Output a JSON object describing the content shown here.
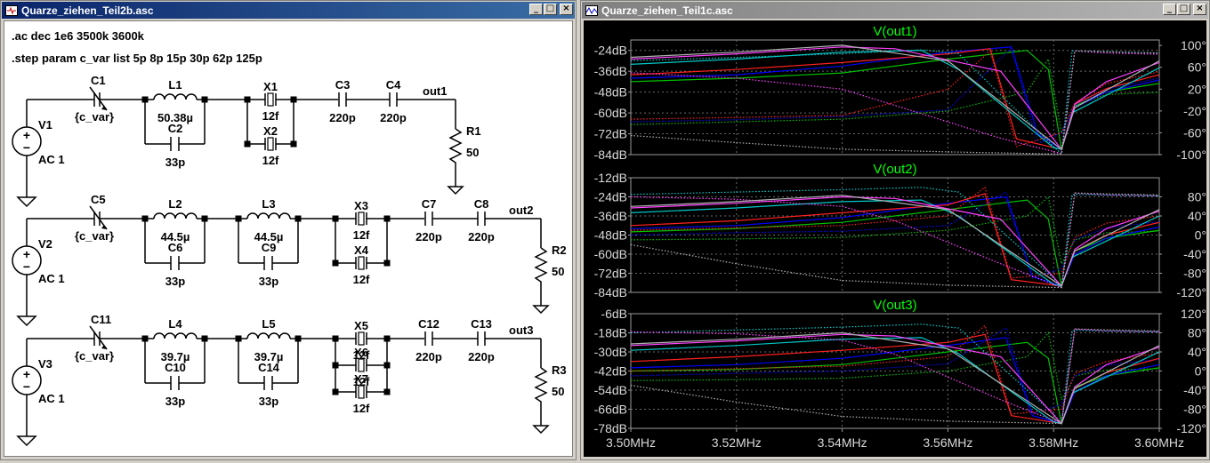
{
  "left_window": {
    "title": "Quarze_ziehen_Teil2b.asc",
    "buttons": {
      "minimize": "_",
      "maximize": "□",
      "close": "×"
    },
    "directives": {
      "ac": ".ac dec 1e6 3500k 3600k",
      "step": ".step param c_var list 5p 8p 15p  30p 62p 125p"
    },
    "rows": [
      {
        "source": {
          "name": "V1",
          "value": "AC 1"
        },
        "cvar": {
          "name": "C1",
          "value": "{c_var}"
        },
        "tanks": [
          {
            "L": "L1",
            "Lval": "50.38µ",
            "C": "C2",
            "Cval": "33p"
          }
        ],
        "crystals": [
          {
            "name": "X1",
            "value": "12f"
          },
          {
            "name": "X2",
            "value": "12f"
          }
        ],
        "caps": [
          {
            "name": "C3",
            "value": "220p"
          },
          {
            "name": "C4",
            "value": "220p"
          }
        ],
        "out": "out1",
        "load": {
          "name": "R1",
          "value": "50"
        }
      },
      {
        "source": {
          "name": "V2",
          "value": "AC 1"
        },
        "cvar": {
          "name": "C5",
          "value": "{c_var}"
        },
        "tanks": [
          {
            "L": "L2",
            "Lval": "44.5µ",
            "C": "C6",
            "Cval": "33p"
          },
          {
            "L": "L3",
            "Lval": "44.5µ",
            "C": "C9",
            "Cval": "33p"
          }
        ],
        "crystals": [
          {
            "name": "X3",
            "value": "12f"
          },
          {
            "name": "X4",
            "value": "12f"
          }
        ],
        "caps": [
          {
            "name": "C7",
            "value": "220p"
          },
          {
            "name": "C8",
            "value": "220p"
          }
        ],
        "out": "out2",
        "load": {
          "name": "R2",
          "value": "50"
        }
      },
      {
        "source": {
          "name": "V3",
          "value": "AC 1"
        },
        "cvar": {
          "name": "C11",
          "value": "{c_var}"
        },
        "tanks": [
          {
            "L": "L4",
            "Lval": "39.7µ",
            "C": "C10",
            "Cval": "33p"
          },
          {
            "L": "L5",
            "Lval": "39.7µ",
            "C": "C14",
            "Cval": "33p"
          }
        ],
        "crystals": [
          {
            "name": "X5",
            "value": "12f"
          },
          {
            "name": "X6",
            "value": "12f"
          },
          {
            "name": "X7",
            "value": "12f"
          }
        ],
        "caps": [
          {
            "name": "C12",
            "value": "220p"
          },
          {
            "name": "C13",
            "value": "220p"
          }
        ],
        "out": "out3",
        "load": {
          "name": "R3",
          "value": "50"
        }
      }
    ]
  },
  "right_window": {
    "title": "Quarze_ziehen_Teil1c.asc",
    "buttons": {
      "minimize": "_",
      "maximize": "□",
      "close": "×"
    }
  },
  "colors": {
    "trace_label": "#00ff00",
    "axis_text": "#d8d8d8",
    "steps": [
      "#00c000",
      "#0000ff",
      "#ff2020",
      "#00c8c8",
      "#ff40ff",
      "#b0b0b0"
    ]
  },
  "chart_data": [
    {
      "type": "line",
      "title": "V(out1)",
      "x": {
        "min": 3.5,
        "max": 3.6,
        "unit": "MHz"
      },
      "xticks": [],
      "yleft": {
        "min": -84,
        "max": -18,
        "ticks": [
          "-24dB",
          "-36dB",
          "-48dB",
          "-60dB",
          "-72dB",
          "-84dB"
        ],
        "tick_values": [
          -24,
          -36,
          -48,
          -60,
          -72,
          -84
        ]
      },
      "yright": {
        "min": -100,
        "max": 110,
        "ticks": [
          "100°",
          "60°",
          "20°",
          "-20°",
          "-60°",
          "-100°"
        ],
        "tick_values": [
          100,
          60,
          20,
          -20,
          -60,
          -100
        ]
      },
      "grid": true,
      "series": [
        {
          "step": "5p",
          "color": "#00c000",
          "x": [
            3.5,
            3.52,
            3.54,
            3.56,
            3.575,
            3.579,
            3.5815,
            3.584,
            3.59,
            3.6
          ],
          "mag": [
            -42,
            -40,
            -37,
            -29,
            -24,
            -35,
            -81,
            -56,
            -48,
            -43
          ],
          "phase": [
            -45,
            -40,
            -35,
            -20,
            15,
            75,
            -60,
            -10,
            10,
            14
          ]
        },
        {
          "step": "8p",
          "color": "#0000ff",
          "x": [
            3.5,
            3.52,
            3.54,
            3.56,
            3.572,
            3.577,
            3.5815,
            3.584,
            3.59,
            3.6
          ],
          "mag": [
            -40,
            -38,
            -33,
            -25,
            -22,
            -72,
            -81,
            -57,
            -48,
            -41
          ],
          "phase": [
            -40,
            -36,
            -30,
            -18,
            95,
            -80,
            -60,
            -10,
            20,
            40
          ]
        },
        {
          "step": "15p",
          "color": "#ff2020",
          "x": [
            3.5,
            3.52,
            3.54,
            3.56,
            3.568,
            3.573,
            3.5815,
            3.584,
            3.59,
            3.6
          ],
          "mag": [
            -38,
            -35,
            -31,
            -26,
            -23,
            -75,
            -81,
            -55,
            -46,
            -38
          ],
          "phase": [
            -35,
            -32,
            -28,
            20,
            90,
            -85,
            -60,
            -5,
            30,
            52
          ]
        },
        {
          "step": "30p",
          "color": "#00c8c8",
          "x": [
            3.5,
            3.52,
            3.54,
            3.555,
            3.562,
            3.58,
            3.5815,
            3.5835,
            3.6
          ],
          "mag": [
            -32,
            -29,
            -25,
            -24,
            -35,
            -80,
            -81,
            -60,
            -34
          ],
          "phase": [
            72,
            78,
            85,
            92,
            85,
            -85,
            -99,
            90,
            86
          ]
        },
        {
          "step": "62p",
          "color": "#ff40ff",
          "x": [
            3.5,
            3.52,
            3.54,
            3.55,
            3.57,
            3.5815,
            3.584,
            3.59,
            3.6
          ],
          "mag": [
            -29,
            -26,
            -22,
            -23,
            -36,
            -81,
            -55,
            -42,
            -31
          ],
          "phase": [
            50,
            40,
            20,
            -10,
            -70,
            -98,
            90,
            86,
            84
          ]
        },
        {
          "step": "125p",
          "color": "#b0b0b0",
          "x": [
            3.5,
            3.52,
            3.54,
            3.56,
            3.5815,
            3.584,
            3.6
          ],
          "mag": [
            -28,
            -25,
            -21,
            -30,
            -81,
            -57,
            -30
          ],
          "phase": [
            -65,
            -78,
            -90,
            -95,
            -99,
            90,
            86
          ]
        }
      ]
    },
    {
      "type": "line",
      "title": "V(out2)",
      "x": {
        "min": 3.5,
        "max": 3.6,
        "unit": "MHz"
      },
      "xticks": [],
      "yleft": {
        "min": -84,
        "max": -12,
        "ticks": [
          "-12dB",
          "-24dB",
          "-36dB",
          "-48dB",
          "-60dB",
          "-72dB",
          "-84dB"
        ],
        "tick_values": [
          -12,
          -24,
          -36,
          -48,
          -60,
          -72,
          -84
        ]
      },
      "yright": {
        "min": -120,
        "max": 120,
        "ticks": [
          "80°",
          "40°",
          "0°",
          "-40°",
          "-80°",
          "-120°"
        ],
        "tick_values": [
          80,
          40,
          0,
          -40,
          -80,
          -120
        ]
      },
      "grid": true,
      "series": [
        {
          "step": "5p",
          "color": "#00c000",
          "x": [
            3.5,
            3.52,
            3.54,
            3.56,
            3.575,
            3.579,
            3.5815,
            3.584,
            3.59,
            3.6
          ],
          "mag": [
            -46,
            -44,
            -40,
            -32,
            -26,
            -38,
            -80,
            -58,
            -50,
            -45
          ],
          "phase": [
            -10,
            -8,
            -5,
            10,
            40,
            80,
            -60,
            -10,
            5,
            8
          ]
        },
        {
          "step": "8p",
          "color": "#0000ff",
          "x": [
            3.5,
            3.52,
            3.54,
            3.56,
            3.571,
            3.576,
            3.5815,
            3.584,
            3.59,
            3.6
          ],
          "mag": [
            -44,
            -42,
            -37,
            -28,
            -24,
            -74,
            -80,
            -60,
            -50,
            -43
          ],
          "phase": [
            0,
            5,
            8,
            20,
            90,
            -90,
            -70,
            -10,
            15,
            28
          ]
        },
        {
          "step": "15p",
          "color": "#ff2020",
          "x": [
            3.5,
            3.52,
            3.54,
            3.56,
            3.567,
            3.572,
            3.5815,
            3.584,
            3.59,
            3.6
          ],
          "mag": [
            -42,
            -39,
            -34,
            -29,
            -22,
            -76,
            -80,
            -58,
            -48,
            -40
          ],
          "phase": [
            10,
            15,
            20,
            40,
            100,
            -90,
            -80,
            -5,
            25,
            40
          ]
        },
        {
          "step": "30p",
          "color": "#00c8c8",
          "x": [
            3.5,
            3.52,
            3.54,
            3.555,
            3.562,
            3.58,
            3.5815,
            3.5835,
            3.6
          ],
          "mag": [
            -34,
            -31,
            -27,
            -26,
            -36,
            -79,
            -80,
            -62,
            -36
          ],
          "phase": [
            85,
            90,
            95,
            100,
            90,
            -90,
            -110,
            85,
            82
          ]
        },
        {
          "step": "62p",
          "color": "#ff40ff",
          "x": [
            3.5,
            3.52,
            3.54,
            3.55,
            3.57,
            3.5815,
            3.584,
            3.59,
            3.6
          ],
          "mag": [
            -31,
            -28,
            -24,
            -25,
            -38,
            -80,
            -57,
            -44,
            -33
          ],
          "phase": [
            80,
            75,
            60,
            30,
            -60,
            -110,
            88,
            84,
            82
          ]
        },
        {
          "step": "125p",
          "color": "#b0b0b0",
          "x": [
            3.5,
            3.52,
            3.54,
            3.56,
            3.5815,
            3.584,
            3.6
          ],
          "mag": [
            -30,
            -27,
            -23,
            -32,
            -80,
            -58,
            -32
          ],
          "phase": [
            -20,
            -60,
            -95,
            -105,
            -110,
            88,
            84
          ]
        }
      ]
    },
    {
      "type": "line",
      "title": "V(out3)",
      "x": {
        "min": 3.5,
        "max": 3.6,
        "unit": "MHz"
      },
      "xticks": [
        "3.50MHz",
        "3.52MHz",
        "3.54MHz",
        "3.56MHz",
        "3.58MHz",
        "3.60MHz"
      ],
      "yleft": {
        "min": -78,
        "max": -6,
        "ticks": [
          "-6dB",
          "-18dB",
          "-30dB",
          "-42dB",
          "-54dB",
          "-66dB",
          "-78dB"
        ],
        "tick_values": [
          -6,
          -18,
          -30,
          -42,
          -54,
          -66,
          -78
        ]
      },
      "yright": {
        "min": -120,
        "max": 120,
        "ticks": [
          "120°",
          "80°",
          "40°",
          "0°",
          "-40°",
          "-80°",
          "-120°"
        ],
        "tick_values": [
          120,
          80,
          40,
          0,
          -40,
          -80,
          -120
        ]
      },
      "grid": true,
      "series": [
        {
          "step": "5p",
          "color": "#00c000",
          "x": [
            3.5,
            3.52,
            3.54,
            3.56,
            3.575,
            3.579,
            3.5815,
            3.584,
            3.59,
            3.6
          ],
          "mag": [
            -42,
            -41,
            -38,
            -30,
            -24,
            -34,
            -75,
            -52,
            -45,
            -40
          ],
          "phase": [
            -20,
            -18,
            -15,
            0,
            30,
            80,
            -60,
            -10,
            2,
            5
          ]
        },
        {
          "step": "8p",
          "color": "#0000ff",
          "x": [
            3.5,
            3.52,
            3.54,
            3.56,
            3.571,
            3.576,
            3.5815,
            3.584,
            3.59,
            3.6
          ],
          "mag": [
            -40,
            -38,
            -34,
            -26,
            -21,
            -70,
            -75,
            -55,
            -45,
            -38
          ],
          "phase": [
            -10,
            -5,
            0,
            15,
            90,
            -90,
            -70,
            -10,
            12,
            25
          ]
        },
        {
          "step": "15p",
          "color": "#ff2020",
          "x": [
            3.5,
            3.52,
            3.54,
            3.56,
            3.567,
            3.572,
            3.5815,
            3.584,
            3.59,
            3.6
          ],
          "mag": [
            -36,
            -33,
            -29,
            -24,
            -19,
            -70,
            -75,
            -53,
            -43,
            -34
          ],
          "phase": [
            0,
            5,
            10,
            30,
            95,
            -90,
            -80,
            -5,
            20,
            38
          ]
        },
        {
          "step": "30p",
          "color": "#00c8c8",
          "x": [
            3.5,
            3.52,
            3.54,
            3.555,
            3.562,
            3.58,
            3.5815,
            3.5835,
            3.6
          ],
          "mag": [
            -29,
            -26,
            -22,
            -21,
            -31,
            -74,
            -75,
            -56,
            -30
          ],
          "phase": [
            80,
            86,
            92,
            98,
            90,
            -90,
            -110,
            85,
            82
          ]
        },
        {
          "step": "62p",
          "color": "#ff40ff",
          "x": [
            3.5,
            3.52,
            3.54,
            3.55,
            3.57,
            3.5815,
            3.584,
            3.59,
            3.6
          ],
          "mag": [
            -26,
            -23,
            -19,
            -20,
            -33,
            -75,
            -52,
            -38,
            -27
          ],
          "phase": [
            82,
            78,
            65,
            35,
            -60,
            -110,
            88,
            84,
            82
          ]
        },
        {
          "step": "125p",
          "color": "#b0b0b0",
          "x": [
            3.5,
            3.52,
            3.54,
            3.56,
            3.5815,
            3.584,
            3.6
          ],
          "mag": [
            -25,
            -22,
            -18,
            -28,
            -75,
            -53,
            -26
          ],
          "phase": [
            -30,
            -65,
            -95,
            -105,
            -110,
            88,
            84
          ]
        }
      ]
    }
  ]
}
